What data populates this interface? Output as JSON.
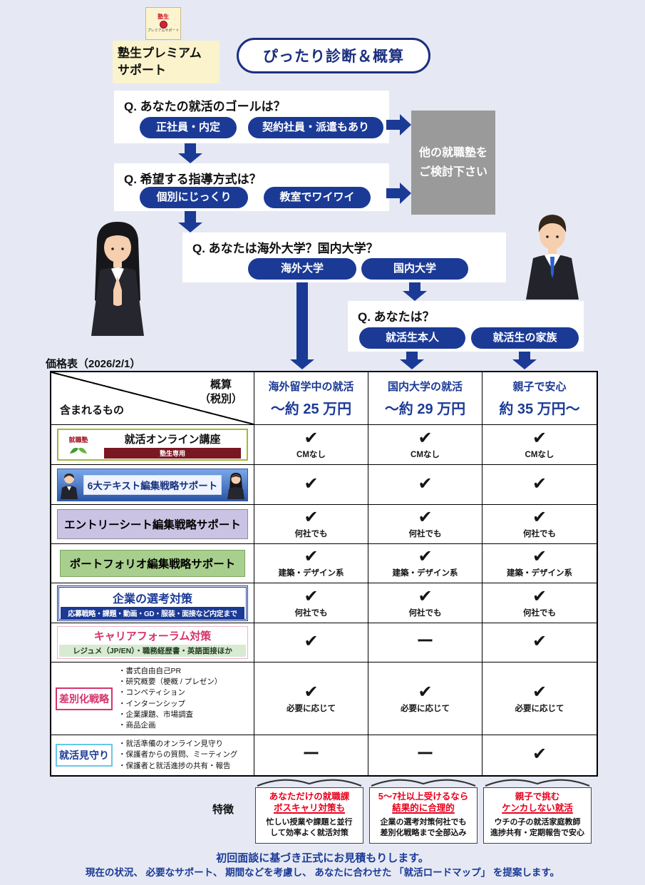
{
  "colors": {
    "navy": "#1b3a96",
    "accent_red": "#e8001c",
    "gray_box": "#9a9a9a",
    "page_bg": "#e6e9f4"
  },
  "header": {
    "badge_top": "塾生",
    "badge_line": "プレミアムサポート",
    "logo_line1": "塾生プレミアム",
    "logo_line2": "サポート",
    "bubble": "ぴったり診断＆概算"
  },
  "flow": {
    "q1": {
      "question": "Q. あなたの就活のゴールは？",
      "options": [
        "正社員・内定",
        "契約社員・派遣もあり"
      ]
    },
    "q2": {
      "question": "Q. 希望する指導方式は？",
      "options": [
        "個別にじっくり",
        "教室でワイワイ"
      ]
    },
    "q3": {
      "question": "Q. あなたは海外大学？国内大学？",
      "options": [
        "海外大学",
        "国内大学"
      ]
    },
    "q4": {
      "question": "Q. あなたは？",
      "options": [
        "就活生本人",
        "就活生の家族"
      ]
    },
    "reject": {
      "line1": "他の就職塾を",
      "line2": "ご検討下さい"
    }
  },
  "table": {
    "caption": "価格表（2026/2/1）",
    "corner": {
      "top1": "概算",
      "top2": "（税別）",
      "bottom": "含まれるもの"
    },
    "columns": [
      {
        "name": "海外留学中の就活",
        "price": "〜約 25 万円"
      },
      {
        "name": "国内大学の就活",
        "price": "〜約 29 万円"
      },
      {
        "name": "親子で安心",
        "price": "約 35 万円〜"
      }
    ],
    "rows": [
      {
        "label": "就活オンライン講座",
        "logo": "就職塾",
        "banner": "塾生専用",
        "cells": [
          {
            "mark": "✔",
            "note": "CMなし"
          },
          {
            "mark": "✔",
            "note": "CMなし"
          },
          {
            "mark": "✔",
            "note": "CMなし"
          }
        ]
      },
      {
        "label": "6大テキスト編集戦略サポート",
        "cells": [
          {
            "mark": "✔",
            "note": ""
          },
          {
            "mark": "✔",
            "note": ""
          },
          {
            "mark": "✔",
            "note": ""
          }
        ]
      },
      {
        "label": "エントリーシート編集戦略サポート",
        "cells": [
          {
            "mark": "✔",
            "note": "何社でも"
          },
          {
            "mark": "✔",
            "note": "何社でも"
          },
          {
            "mark": "✔",
            "note": "何社でも"
          }
        ]
      },
      {
        "label": "ポートフォリオ編集戦略サポート",
        "cells": [
          {
            "mark": "✔",
            "note": "建築・デザイン系"
          },
          {
            "mark": "✔",
            "note": "建築・デザイン系"
          },
          {
            "mark": "✔",
            "note": "建築・デザイン系"
          }
        ]
      },
      {
        "label": "企業の選考対策",
        "sub": "応募戦略・課題・動画・GD・服装・面接など内定まで",
        "cells": [
          {
            "mark": "✔",
            "note": "何社でも"
          },
          {
            "mark": "✔",
            "note": "何社でも"
          },
          {
            "mark": "✔",
            "note": "何社でも"
          }
        ]
      },
      {
        "label": "キャリアフォーラム対策",
        "sub": "レジュメ（JP/EN）・職務経歴書・英語面接ほか",
        "cells": [
          {
            "mark": "✔",
            "note": ""
          },
          {
            "mark": "ー",
            "note": ""
          },
          {
            "mark": "✔",
            "note": ""
          }
        ]
      },
      {
        "label": "差別化戦略",
        "items": [
          "・書式自由自己PR",
          "・研究概要（梗概 / プレゼン）",
          "・コンペティション",
          "・インターンシップ",
          "・企業課題、市場調査",
          "・商品企画"
        ],
        "cells": [
          {
            "mark": "✔",
            "note": "必要に応じて"
          },
          {
            "mark": "✔",
            "note": "必要に応じて"
          },
          {
            "mark": "✔",
            "note": "必要に応じて"
          }
        ]
      },
      {
        "label": "就活見守り",
        "items": [
          "・就活準備のオンライン見守り",
          "・保護者からの質問、ミーティング",
          "・保護者と就活進捗の共有・報告"
        ],
        "cells": [
          {
            "mark": "ー",
            "note": ""
          },
          {
            "mark": "ー",
            "note": ""
          },
          {
            "mark": "✔",
            "note": ""
          }
        ]
      }
    ]
  },
  "features": {
    "label": "特徴",
    "callouts": [
      {
        "head1": "あなただけの就職課",
        "head2": "ボスキャリ対策も",
        "body1": "忙しい授業や課題と並行",
        "body2": "して効率よく就活対策"
      },
      {
        "head1": "5〜7社以上受けるなら",
        "head2": "結果的に合理的",
        "body1": "企業の選考対策何社でも",
        "body2": "差別化戦略まで全部込み"
      },
      {
        "head1": "親子で挑む",
        "head2": "ケンカしない就活",
        "body1": "ウチの子の就活家庭教師",
        "body2": "進捗共有・定期報告で安心"
      }
    ]
  },
  "footer": {
    "line1": "初回面談に基づき正式にお見積もりします。",
    "line2": "現在の状況、 必要なサポート、 期間などを考慮し、 あなたに合わせた 「就活ロードマップ」 を提案します。"
  }
}
